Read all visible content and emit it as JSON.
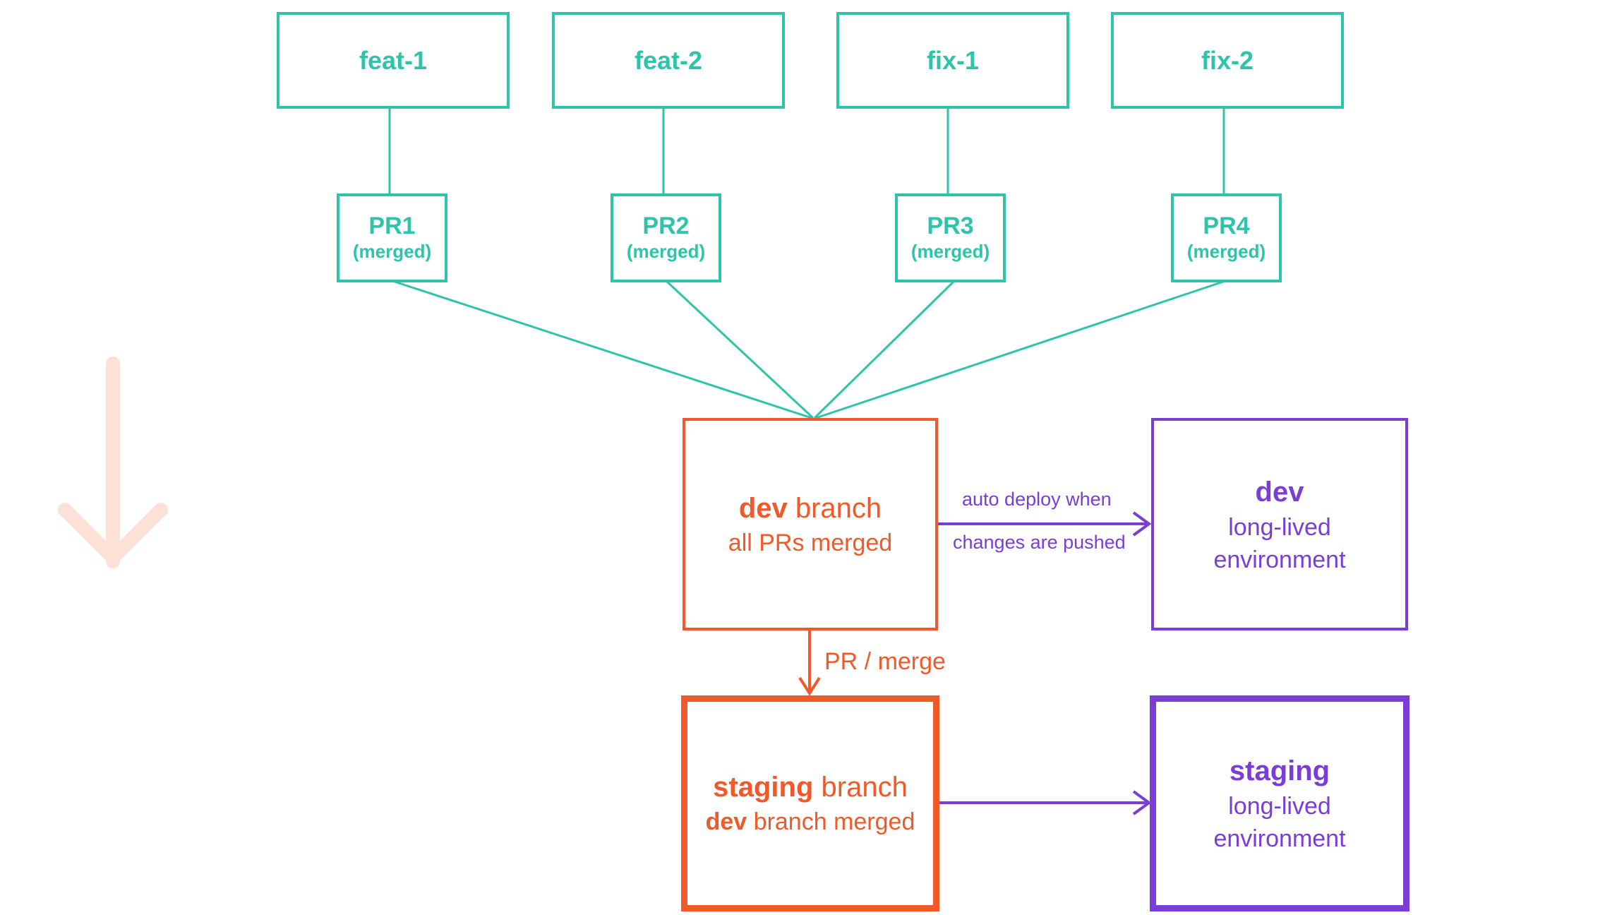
{
  "branches": [
    {
      "label": "feat-1"
    },
    {
      "label": "feat-2"
    },
    {
      "label": "fix-1"
    },
    {
      "label": "fix-2"
    }
  ],
  "pull_requests": [
    {
      "label": "PR1",
      "status": "(merged)"
    },
    {
      "label": "PR2",
      "status": "(merged)"
    },
    {
      "label": "PR3",
      "status": "(merged)"
    },
    {
      "label": "PR4",
      "status": "(merged)"
    }
  ],
  "dev_branch": {
    "name": "dev",
    "suffix": " branch",
    "subtitle": "all PRs merged"
  },
  "staging_branch": {
    "name": "staging",
    "suffix": " branch",
    "sub_bold": "dev",
    "sub_rest": " branch merged"
  },
  "dev_env": {
    "title": "dev",
    "line1": "long-lived",
    "line2": "environment"
  },
  "staging_env": {
    "title": "staging",
    "line1": "long-lived",
    "line2": "environment"
  },
  "edges": {
    "auto_deploy_line1": "auto deploy when",
    "auto_deploy_line2": "changes are pushed",
    "pr_merge": "PR / merge"
  },
  "colors": {
    "teal": "#2ec4aa",
    "orange": "#f05a2a",
    "purple": "#7a3ed6",
    "faint_arrow": "#fde0d6"
  }
}
